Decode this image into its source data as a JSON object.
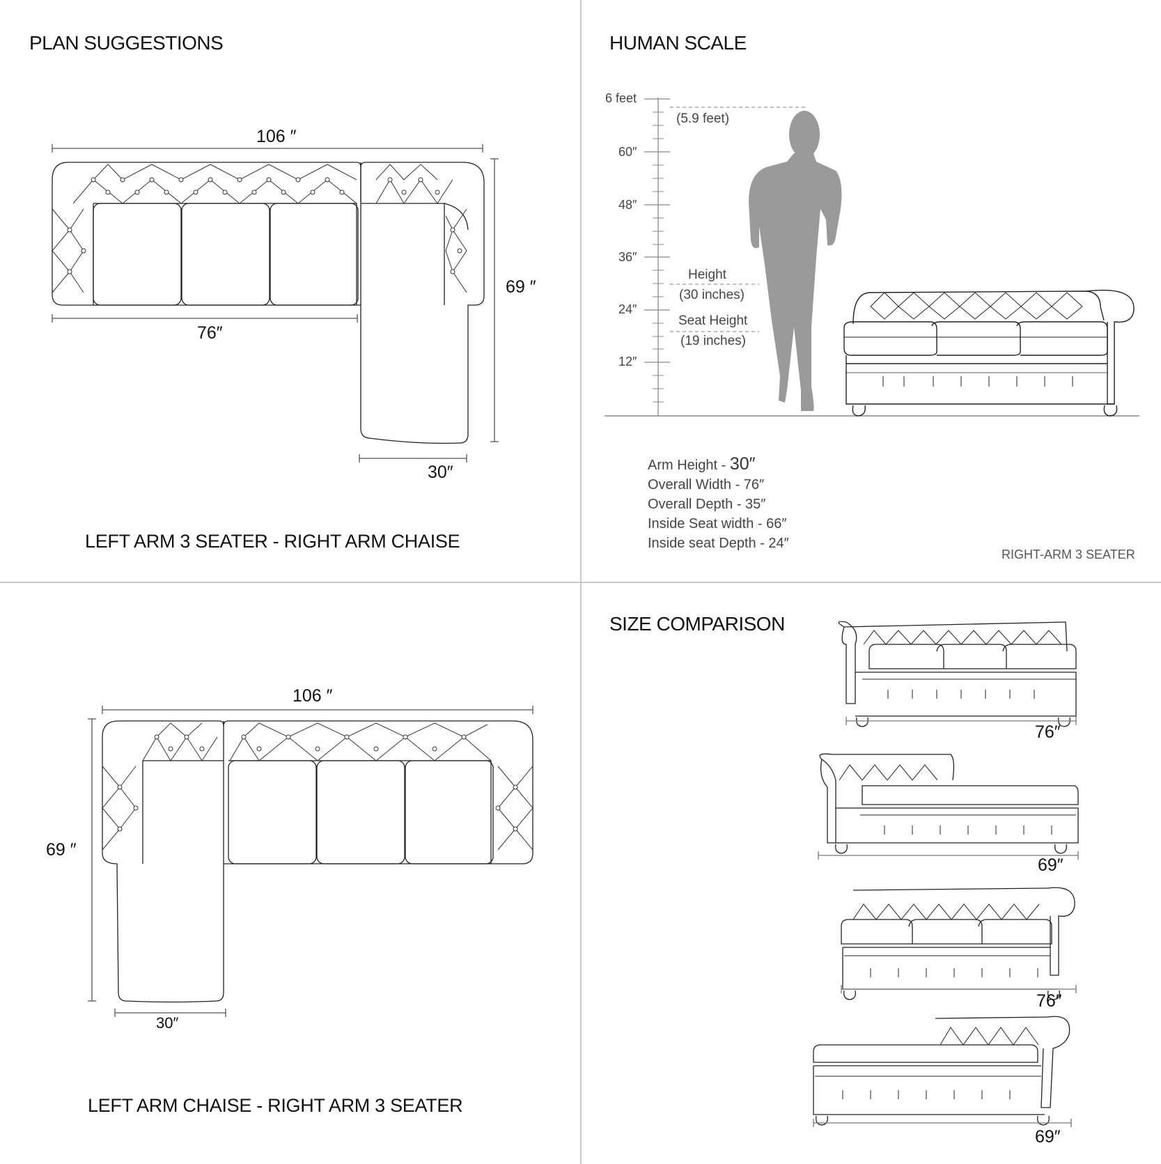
{
  "sections": {
    "plan": "PLAN SUGGESTIONS",
    "human": "HUMAN SCALE",
    "size": "SIZE COMPARISON"
  },
  "plan_top": {
    "width": "106 ″",
    "depth": "69 ″",
    "seater_width": "76″",
    "chaise_width": "30″",
    "label": "LEFT ARM 3 SEATER - RIGHT ARM CHAISE"
  },
  "plan_bottom": {
    "width": "106 ″",
    "depth": "69 ″",
    "chaise_width": "30″",
    "label": "LEFT ARM CHAISE - RIGHT ARM 3 SEATER"
  },
  "human_scale": {
    "ticks": [
      "6 feet",
      "60″",
      "48″",
      "36″",
      "24″",
      "12″"
    ],
    "person_height": "(5.9 feet)",
    "arm_height_title": "Height",
    "arm_height_value": "(30 inches)",
    "seat_height_title": "Seat Height",
    "seat_height_value": "(19 inches)",
    "specs": {
      "arm_label": "Arm Height - ",
      "arm_value": "30″",
      "width": "Overall Width - 76″",
      "depth": "Overall Depth - 35″",
      "seat_width": "Inside Seat width - 66″",
      "seat_depth": "Inside seat Depth - 24″"
    },
    "model": "RIGHT-ARM 3 SEATER"
  },
  "size_comparison": {
    "items": [
      "76″",
      "69″",
      "76″",
      "69″"
    ]
  },
  "colors": {
    "line": "#222222",
    "silhouette": "#9a9a9a",
    "divider": "#c8c8c8"
  }
}
